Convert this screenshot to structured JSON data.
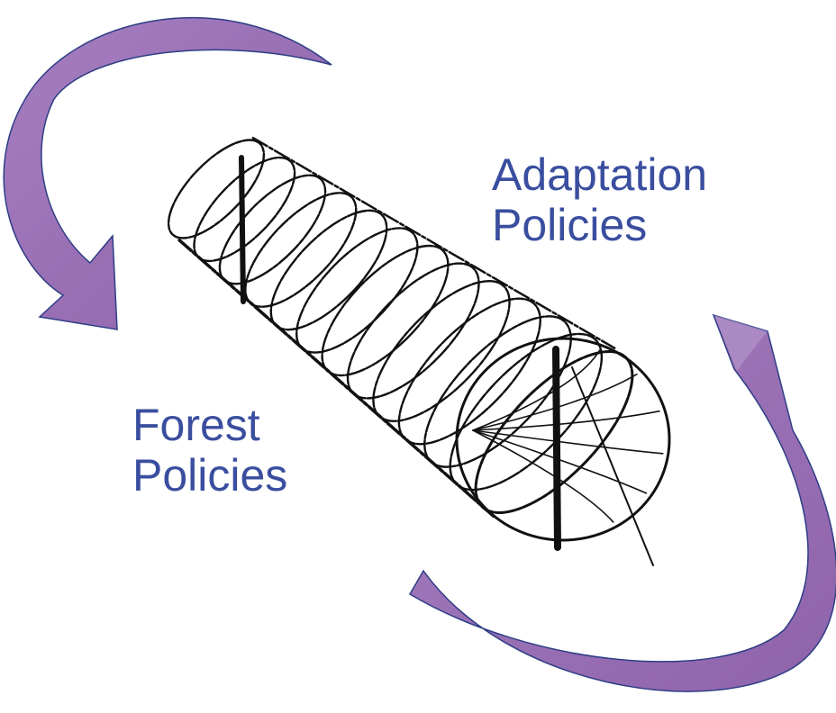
{
  "labels": {
    "adaptation": {
      "line1": "Adaptation",
      "line2": "Policies"
    },
    "forest": {
      "line1": "Forest",
      "line2": "Policies"
    }
  },
  "colors": {
    "label_text": "#3a4e9f",
    "arrow_fill": "#9b72b6",
    "arrow_highlight": "#b89ccd",
    "arrow_stroke": "#2e3e86",
    "drawing_ink": "#111111"
  },
  "icons": {
    "tube": "coiled-wire-tube-illustration",
    "cycle_arrows": "curved-cycle-arrow-icon"
  }
}
